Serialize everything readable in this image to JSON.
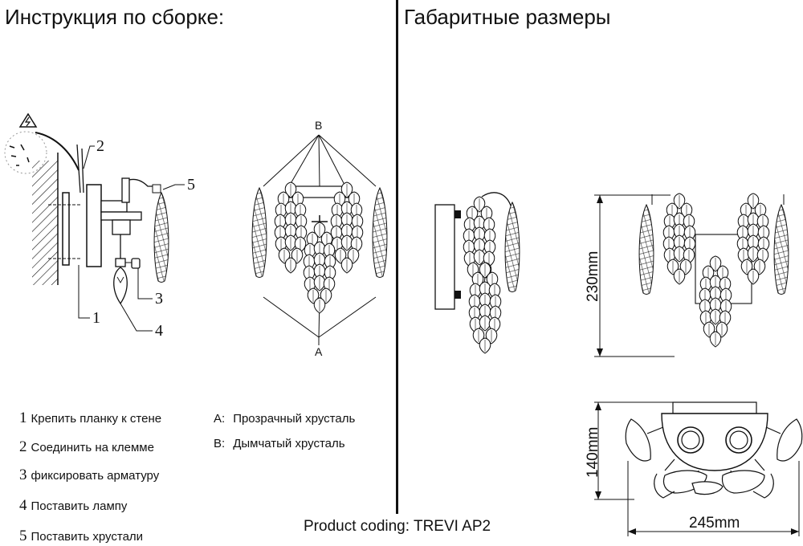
{
  "headings": {
    "assembly": "Инструкция по сборке:",
    "dimensions": "Габаритные размеры"
  },
  "callouts": [
    "1",
    "2",
    "3",
    "4",
    "5"
  ],
  "steps": [
    {
      "num": "1",
      "text": "Крепить планку к стене"
    },
    {
      "num": "2",
      "text": "Соединить на клемме"
    },
    {
      "num": "3",
      "text": "фиксировать арматуру"
    },
    {
      "num": "4",
      "text": "Поставить лампу"
    },
    {
      "num": "5",
      "text": "Поставить хрустали"
    }
  ],
  "legend": [
    {
      "key": "A:",
      "text": "Прозрачный хрусталь"
    },
    {
      "key": "B:",
      "text": "Дымчатый хрусталь"
    }
  ],
  "crystal_markers": {
    "a": "A",
    "b": "B"
  },
  "dimensions": {
    "height": "230mm",
    "depth": "140mm",
    "width": "245mm"
  },
  "product_coding": "Product coding: TREVI AP2"
}
